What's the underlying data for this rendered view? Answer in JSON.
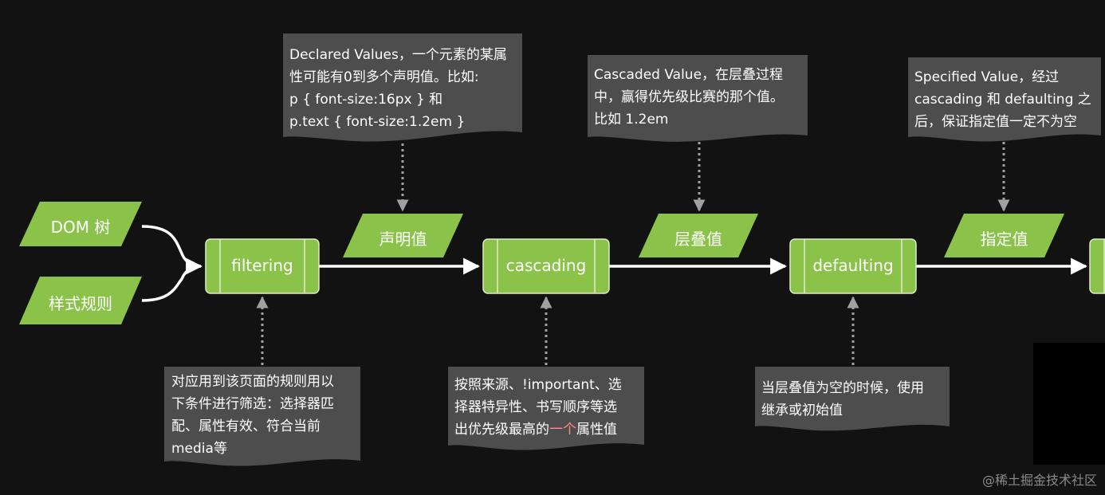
{
  "inputs": {
    "dom_tree": "DOM 树",
    "style_rules": "样式规则"
  },
  "processes": {
    "filtering": "filtering",
    "cascading": "cascading",
    "defaulting": "defaulting"
  },
  "values": {
    "declared": "声明值",
    "cascaded": "层叠值",
    "specified": "指定值"
  },
  "notes": {
    "declared": [
      "Declared Values，一个元素的某属",
      "性可能有0到多个声明值。比如:",
      "p { font-size:16px } 和",
      "p.text { font-size:1.2em }"
    ],
    "cascaded": [
      "Cascaded Value，在层叠过程",
      "中，赢得优先级比赛的那个值。",
      "比如 1.2em"
    ],
    "specified": [
      "Specified Value，经过",
      "cascading 和 defaulting 之",
      "后，保证指定值一定不为空"
    ],
    "filtering": [
      "对应用到该页面的规则用以",
      "下条件进行筛选：选择器匹",
      "配、属性有效、符合当前",
      "media等"
    ],
    "cascading": [
      "按照来源、!important、选",
      "择器特异性、书写顺序等选"
    ],
    "cascading_last": {
      "before": "出优先级最高的",
      "highlight": "一个",
      "after": "属性值"
    },
    "defaulting": [
      "当层叠值为空的时候，使用",
      "继承或初始值"
    ]
  },
  "watermark": "@稀土掘金技术社区",
  "colors": {
    "background": "#121212",
    "green": "#8bc34a",
    "note": "#4d4d4d",
    "arrow": "#ffffff",
    "dotted": "#a0a0a0"
  }
}
